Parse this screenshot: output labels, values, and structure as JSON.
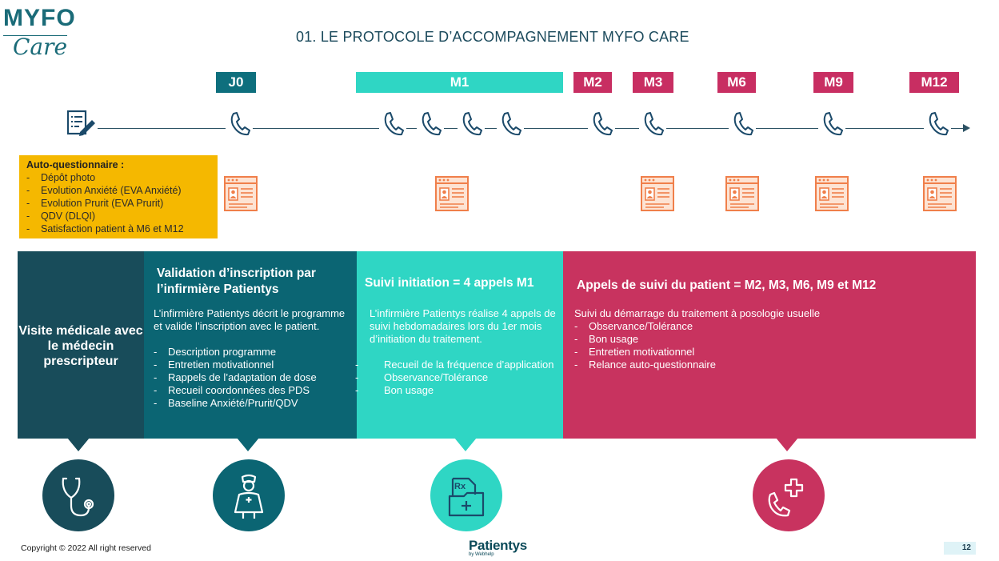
{
  "logo": {
    "line1": "MYFO",
    "line2": "Care"
  },
  "title": "01. LE PROTOCOLE D’ACCOMPAGNEMENT MYFO CARE",
  "milestones": {
    "j0": "J0",
    "m1": "M1",
    "m2": "M2",
    "m3": "M3",
    "m6": "M6",
    "m9": "M9",
    "m12": "M12"
  },
  "auto_questionnaire": {
    "heading": "Auto-questionnaire :",
    "items": [
      "Dépôt photo",
      "Evolution Anxiété (EVA Anxiété)",
      "Evolution Prurit (EVA Prurit)",
      "QDV (DLQI)",
      "Satisfaction patient à M6 et M12"
    ]
  },
  "panels": {
    "visit": {
      "label": "Visite médicale avec le médecin prescripteur"
    },
    "validation": {
      "heading": "Validation d’inscription par l’infirmière Patientys",
      "intro": "L’infirmière Patientys décrit le programme et valide l’inscription avec le patient.",
      "items": [
        "Description programme",
        "Entretien motivationnel",
        "Rappels de l’adaptation de dose",
        "Recueil coordonnées des PDS",
        "Baseline Anxiété/Prurit/QDV"
      ]
    },
    "suivi": {
      "heading": "Suivi initiation = 4 appels M1",
      "intro": "L’infirmière Patientys réalise 4 appels de suivi hebdomadaires lors du 1er mois d’initiation du traitement.",
      "items": [
        "Recueil de la fréquence d’application",
        "Observance/Tolérance",
        "Bon usage"
      ]
    },
    "appels": {
      "heading": "Appels de suivi du patient = M2, M3, M6, M9 et M12",
      "intro": "Suivi du démarrage du traitement à posologie usuelle",
      "items": [
        "Observance/Tolérance",
        "Bon usage",
        "Entretien motivationnel",
        "Relance auto-questionnaire"
      ]
    }
  },
  "icons": {
    "edit": "edit-form-icon",
    "phone": "phone-icon",
    "document": "patient-file-icon",
    "stethoscope": "stethoscope-icon",
    "nurse": "nurse-icon",
    "prescription": "prescription-folder-icon",
    "medical_call": "medical-call-icon"
  },
  "colors": {
    "teal_dark": "#184c5a",
    "teal": "#0b6573",
    "aqua": "#2fd6c4",
    "pink": "#c8335f",
    "yellow": "#f5b800",
    "doc_orange": "#f07f4a"
  },
  "footer": {
    "copyright": "Copyright © 2022 All right reserved",
    "brand": "Patientys",
    "brand_sub": "by Webhelp",
    "page": "12"
  }
}
